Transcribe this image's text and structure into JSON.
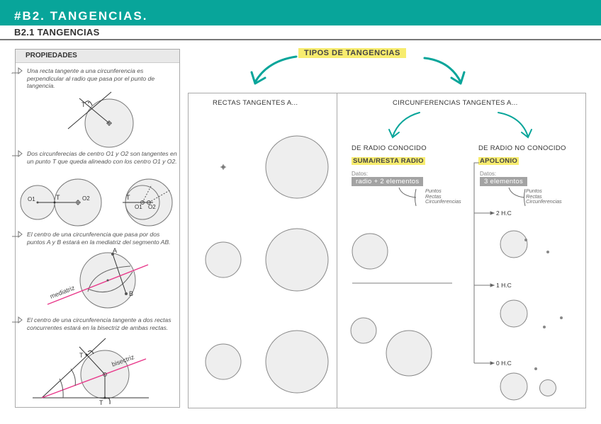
{
  "header": {
    "title": "#B2. TANGENCIAS.",
    "subtitle": "B2.1 TANGENCIAS",
    "bar_color": "#08a59a"
  },
  "properties": {
    "heading": "PROPIEDADES",
    "items": [
      {
        "text": "Una recta tangente a una circunferencia es perpendicular al radio que pasa por el punto de tangencia.",
        "labels": [
          "T"
        ]
      },
      {
        "text": "Dos circunferecias de centro O1 y O2 son tangentes en un punto T que queda alineado con los centro O1 y O2.",
        "labels": [
          "O1",
          "T",
          "O2",
          "T",
          "O1",
          "O2"
        ]
      },
      {
        "text": "El centro de una circunferencia que pasa por dos puntos A y B estará en la mediatriz del segmento AB.",
        "labels": [
          "A",
          "B",
          "mediatriz"
        ]
      },
      {
        "text": "El centro de una circunferencia tangente a dos rectas concurrentes estará en la bisectriz de ambas rectas.",
        "labels": [
          "T",
          "T",
          "bisectriz"
        ]
      }
    ]
  },
  "main": {
    "types_label": "TIPOS DE TANGENCIAS",
    "highlight_color": "#f7ec6e",
    "arrow_color": "#08a59a",
    "rectas_panel": {
      "title": "RECTAS TANGENTES A..."
    },
    "circ_panel": {
      "title": "CIRCUNFERENCIAS TANGENTES A...",
      "known": {
        "heading": "DE RADIO CONOCIDO",
        "method": "SUMA/RESTA RADIO",
        "datos_label": "Datos:",
        "datos_value": "radio + 2 elementos",
        "element_types": [
          "Puntos",
          "Rectas",
          "Circunferencias"
        ]
      },
      "unknown": {
        "heading": "DE RADIO NO CONOCIDO",
        "method": "APOLONIO",
        "datos_label": "Datos:",
        "datos_value": "3 elementos",
        "element_types": [
          "Puntos",
          "Rectas",
          "Circunferencias"
        ],
        "cases": [
          "2 H.C",
          "1 H.C",
          "0 H.C"
        ]
      }
    }
  }
}
